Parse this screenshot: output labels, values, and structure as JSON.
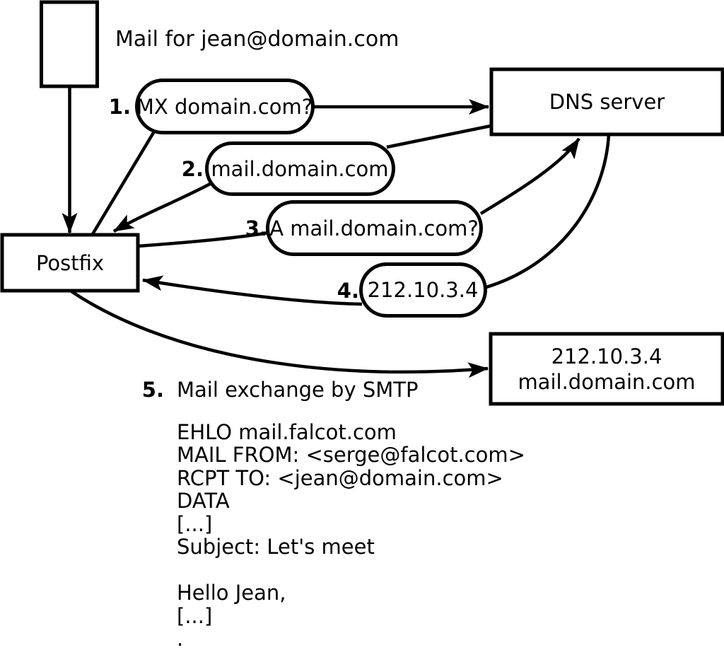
{
  "diagram": {
    "mail_source_label": "Mail for jean@domain.com",
    "nodes": {
      "postfix": {
        "label": "Postfix"
      },
      "dns_server": {
        "label": "DNS server"
      },
      "mail_exchanger": {
        "line1": "212.10.3.4",
        "line2": "mail.domain.com"
      }
    },
    "steps": [
      {
        "num": "1.",
        "label": "MX domain.com?"
      },
      {
        "num": "2.",
        "label": "mail.domain.com"
      },
      {
        "num": "3.",
        "label": "A mail.domain.com?"
      },
      {
        "num": "4.",
        "label": "212.10.3.4"
      },
      {
        "num": "5.",
        "label": "Mail exchange by SMTP"
      }
    ],
    "smtp_transcript": [
      "EHLO mail.falcot.com",
      "MAIL FROM: <serge@falcot.com>",
      "RCPT TO: <jean@domain.com>",
      "DATA",
      "[...]",
      "Subject: Let's meet",
      "",
      "Hello Jean,",
      "[...]",
      "."
    ],
    "colors": {
      "stroke": "#000000",
      "background": "#ffffff"
    }
  }
}
